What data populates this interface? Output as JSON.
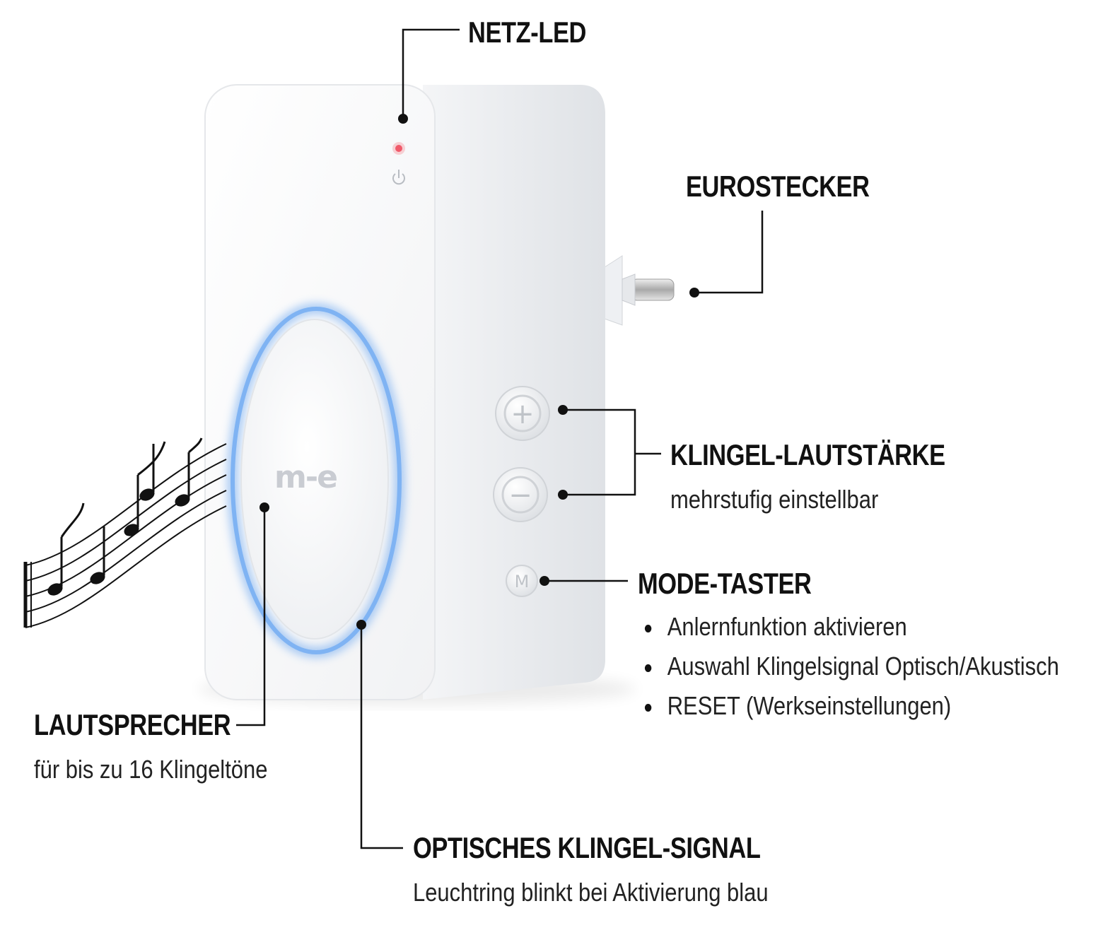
{
  "brand": {
    "logo": "m-e"
  },
  "callouts": {
    "netz_led": {
      "title": "NETZ-LED"
    },
    "eurostecker": {
      "title": "EUROSTECKER"
    },
    "lautstaerke": {
      "title": "KLINGEL-LAUTSTÄRKE",
      "subtitle": "mehrstufig einstellbar"
    },
    "mode": {
      "title": "MODE-TASTER",
      "items": [
        "Anlernfunktion aktivieren",
        "Auswahl Klingelsignal Optisch/Akustisch",
        "RESET (Werkseinstellungen)"
      ]
    },
    "lautsprecher": {
      "title": "LAUTSPRECHER",
      "subtitle": "für bis zu 16 Klingeltöne"
    },
    "optisch": {
      "title": "OPTISCHES KLINGEL-SIGNAL",
      "subtitle": "Leuchtring blinkt bei Aktivierung blau"
    }
  },
  "device": {
    "buttons": [
      "+",
      "−",
      "M"
    ],
    "ring_color": "#6aa6f0",
    "led_color": "#f05a6a",
    "body_color": "#ffffff",
    "side_color": "#e9ebee"
  },
  "icons": [
    "power-icon",
    "music-notes-icon",
    "euro-plug-icon"
  ]
}
